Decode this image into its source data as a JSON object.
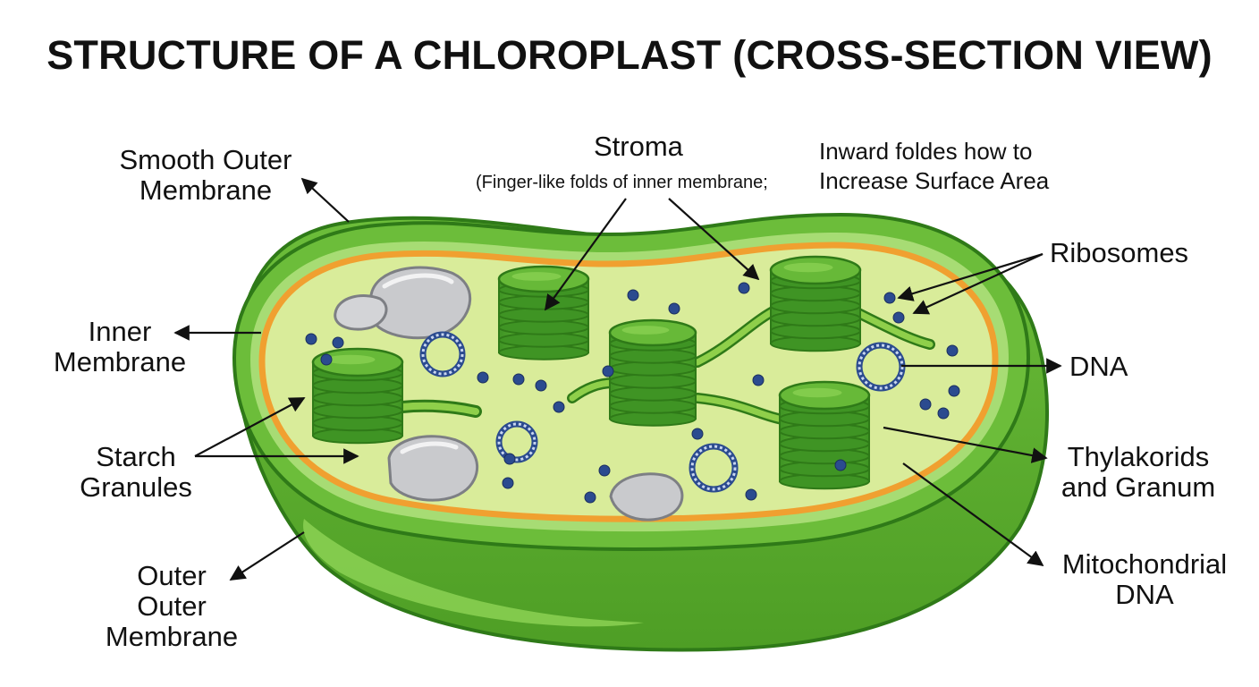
{
  "title": "STRUCTURE OF A CHLOROPLAST (CROSS-SECTION VIEW)",
  "labels": {
    "smooth_outer_membrane": [
      "Smooth Outer",
      "Membrane"
    ],
    "stroma": "Stroma",
    "stroma_note": "(Finger-like folds of inner membrane;",
    "inward_folds": [
      "Inward foldes how to",
      "Increase Surface Area"
    ],
    "ribosomes": "Ribosomes",
    "inner_membrane": [
      "Inner",
      "Membrane"
    ],
    "dna": "DNA",
    "starch_granules": [
      "Starch",
      "Granules"
    ],
    "thylakoids_granum": [
      "Thylakorids",
      "and Granum"
    ],
    "outer_outer_membrane": [
      "Outer",
      "Outer",
      "Membrane"
    ],
    "mitochondrial_dna": [
      "Mitochondrial",
      "DNA"
    ]
  },
  "colors": {
    "outer_green": "#5fb232",
    "dark_outline": "#2f7a18",
    "inner_orange": "#f0a030",
    "stroma_fill": "#d9ec9a",
    "granum_green": "#4aa02c",
    "starch_gray": "#c9cacd",
    "ribosome_blue": "#2b4b8f"
  }
}
